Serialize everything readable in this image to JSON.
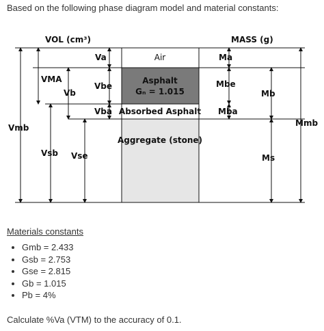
{
  "intro": "Based on the following phase diagram model and material constants:",
  "diagram": {
    "vol_header": "VOL (cm³)",
    "mass_header": "MASS (g)",
    "phases": {
      "air": "Air",
      "asphalt": "Asphalt",
      "asphalt_gb": "Gₙ = 1.015",
      "absorbed": "Absorbed Asphalt",
      "aggregate": "Aggregate (stone)"
    },
    "vol_labels": {
      "va": "Va",
      "vma": "VMA",
      "vb": "Vb",
      "vbe": "Vbe",
      "vba": "Vba",
      "vmb": "Vmb",
      "vsb": "Vsb",
      "vse": "Vse"
    },
    "mass_labels": {
      "ma": "Ma",
      "mbe": "Mbe",
      "mb": "Mb",
      "mba": "Mba",
      "mmb": "Mmb",
      "ms": "Ms"
    },
    "colors": {
      "asphalt_fill": "#7a7a7a",
      "aggregate_fill": "#e6e6e6",
      "line": "#111111"
    }
  },
  "materials_title": "Materials constants",
  "constants": [
    "Gmb = 2.433",
    "Gsb = 2.753",
    "Gse = 2.815",
    "Gb = 1.015",
    "Pb = 4%"
  ],
  "question": "Calculate %Va (VTM) to the accuracy of 0.1."
}
